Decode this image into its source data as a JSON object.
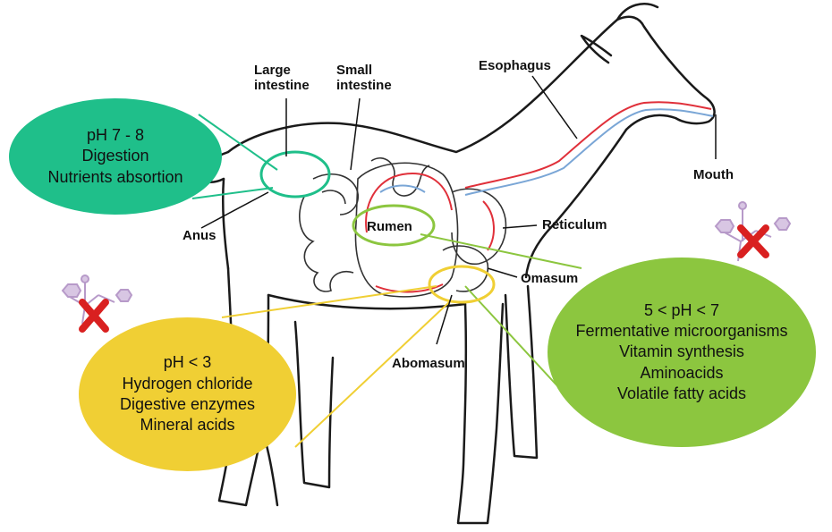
{
  "colors": {
    "teal": "#1fbf8a",
    "yellow": "#f0cf34",
    "green": "#8cc63f",
    "cross_red": "#d92020",
    "molecule_purple": "#b79ac9",
    "arrow_gray": "#555555",
    "flow_red": "#e0303a",
    "flow_blue": "#7aa6d6"
  },
  "labels": {
    "large_intestine": [
      "Large",
      "intestine"
    ],
    "small_intestine": [
      "Small",
      "intestine"
    ],
    "esophagus": "Esophagus",
    "mouth": "Mouth",
    "anus": "Anus",
    "rumen": "Rumen",
    "reticulum": "Reticulum",
    "omasum": "Omasum",
    "abomasum": "Abomasum"
  },
  "bubbles": {
    "intestine": [
      "pH 7 - 8",
      "Digestion",
      "Nutrients absortion"
    ],
    "abomasum": [
      "pH < 3",
      "Hydrogen chloride",
      "Digestive enzymes",
      "Mineral acids"
    ],
    "rumen": [
      "5 < pH < 7",
      "Fermentative microorganisms",
      "Vitamin synthesis",
      "Aminoacids",
      "Volatile fatty acids"
    ]
  },
  "icons": {
    "cross_left": "red-x-cross-icon",
    "cross_right": "red-x-cross-icon",
    "molecule": "molecule-icon",
    "down_arrow": "down-arrow-icon"
  }
}
